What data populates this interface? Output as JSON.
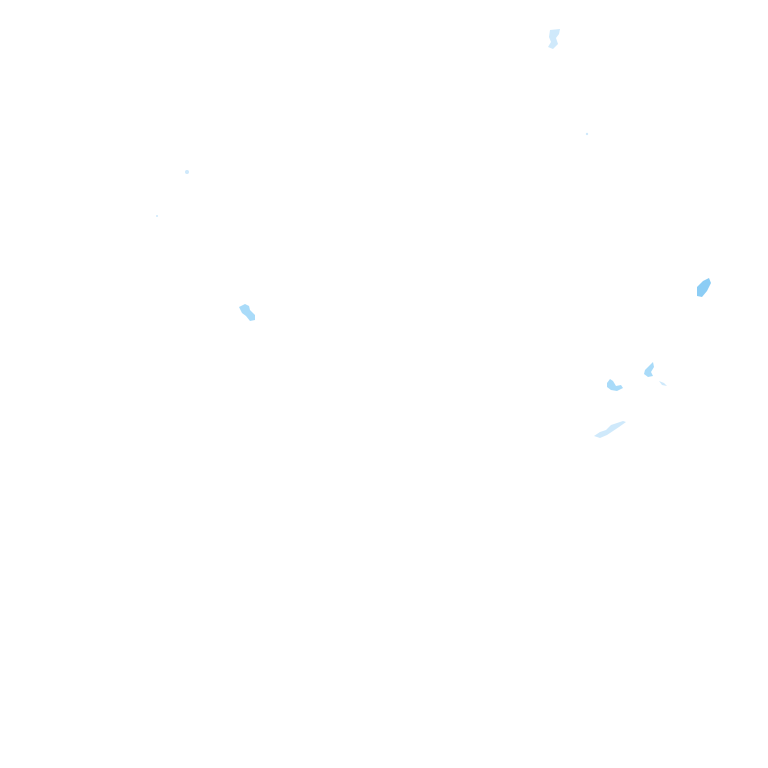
{
  "map": {
    "background_color": "#ffffff",
    "water_colors": {
      "light": "#cfe9fb",
      "mid": "#a9dbf9",
      "dark": "#8ccdf5"
    },
    "features": [
      {
        "id": "water-body-north",
        "kind": "water"
      },
      {
        "id": "water-body-west-small",
        "kind": "water"
      },
      {
        "id": "water-body-west",
        "kind": "water"
      },
      {
        "id": "water-body-east",
        "kind": "water"
      },
      {
        "id": "water-body-southeast-a",
        "kind": "water"
      },
      {
        "id": "water-body-southeast-b",
        "kind": "water"
      },
      {
        "id": "water-body-southeast-stream",
        "kind": "water"
      }
    ]
  }
}
